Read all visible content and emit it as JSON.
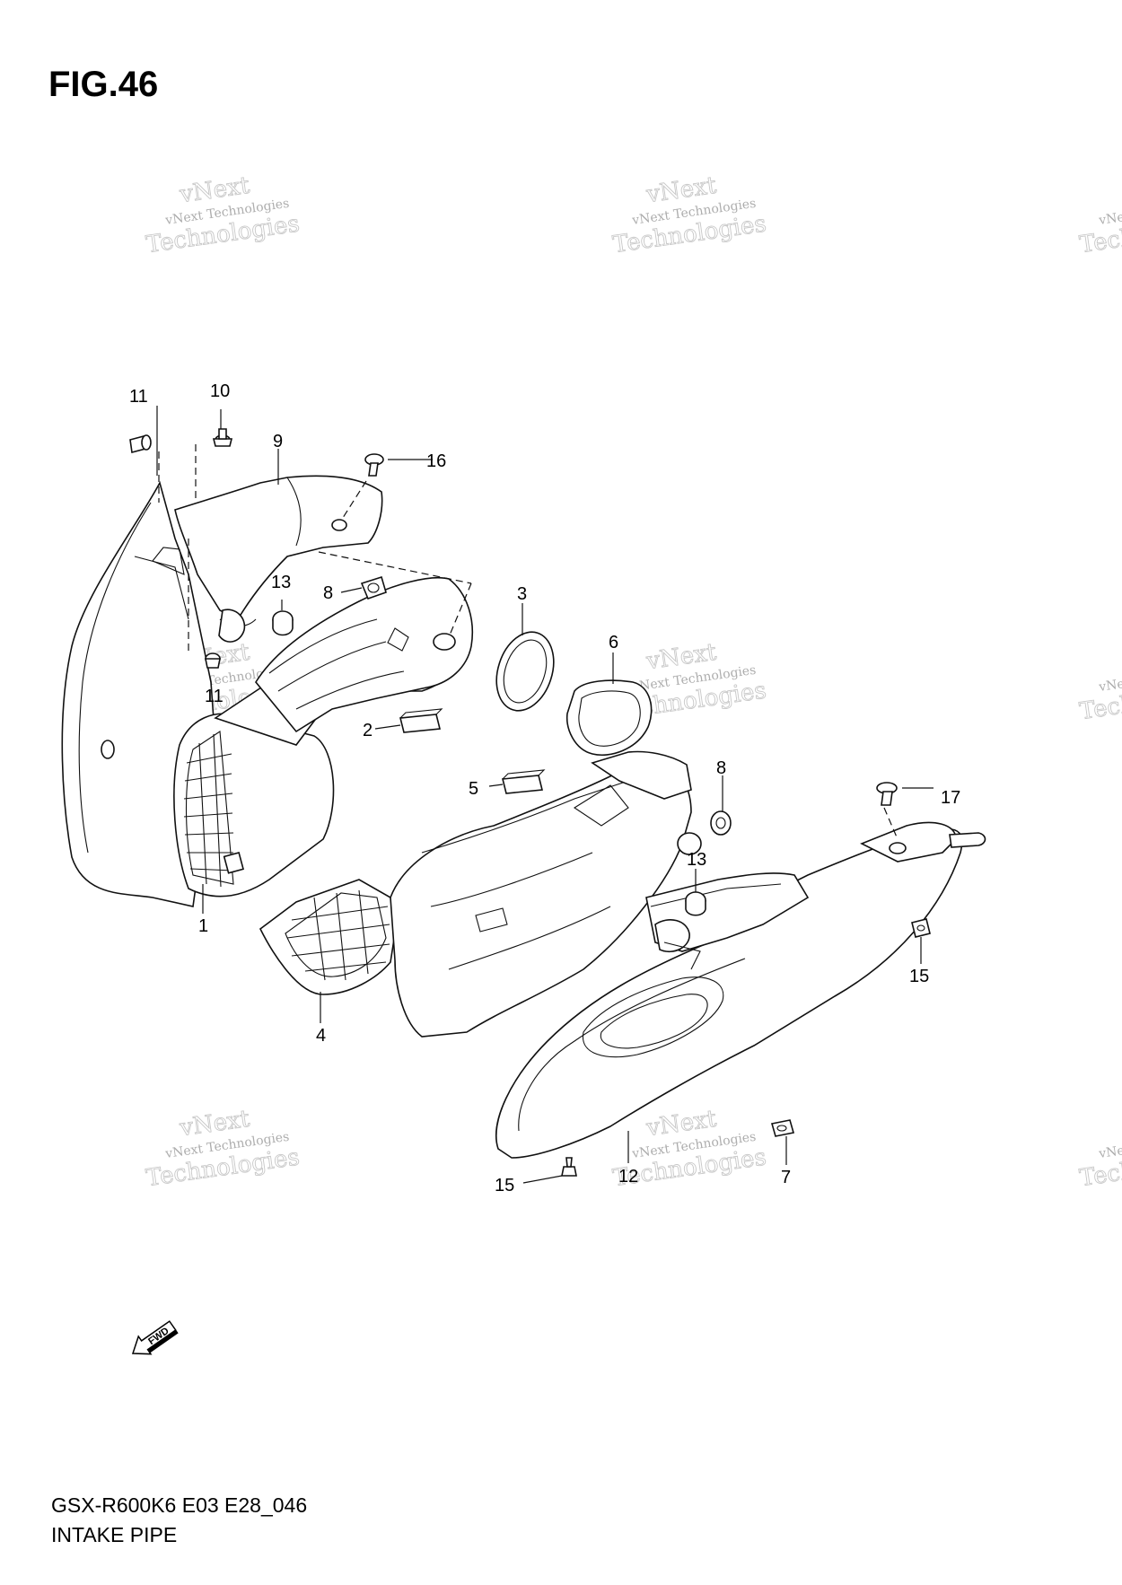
{
  "figure": {
    "title": "FIG.46",
    "model_code": "GSX-R600K6 E03 E28_046",
    "section_name": "INTAKE PIPE"
  },
  "watermark": {
    "brand_small": "vNext Technologies",
    "brand_top": "vNext",
    "brand_big": "Technologies"
  },
  "forward_indicator": "FWD",
  "callouts": [
    {
      "id": "c1",
      "label": "1"
    },
    {
      "id": "c2",
      "label": "2"
    },
    {
      "id": "c3",
      "label": "3"
    },
    {
      "id": "c4",
      "label": "4"
    },
    {
      "id": "c5",
      "label": "5"
    },
    {
      "id": "c6",
      "label": "6"
    },
    {
      "id": "c7",
      "label": "7"
    },
    {
      "id": "c8a",
      "label": "8"
    },
    {
      "id": "c8b",
      "label": "8"
    },
    {
      "id": "c9",
      "label": "9"
    },
    {
      "id": "c10",
      "label": "10"
    },
    {
      "id": "c11a",
      "label": "11"
    },
    {
      "id": "c11b",
      "label": "11"
    },
    {
      "id": "c12",
      "label": "12"
    },
    {
      "id": "c13a",
      "label": "13"
    },
    {
      "id": "c13b",
      "label": "13"
    },
    {
      "id": "c15a",
      "label": "15"
    },
    {
      "id": "c15b",
      "label": "15"
    },
    {
      "id": "c16",
      "label": "16"
    },
    {
      "id": "c17",
      "label": "17"
    }
  ]
}
